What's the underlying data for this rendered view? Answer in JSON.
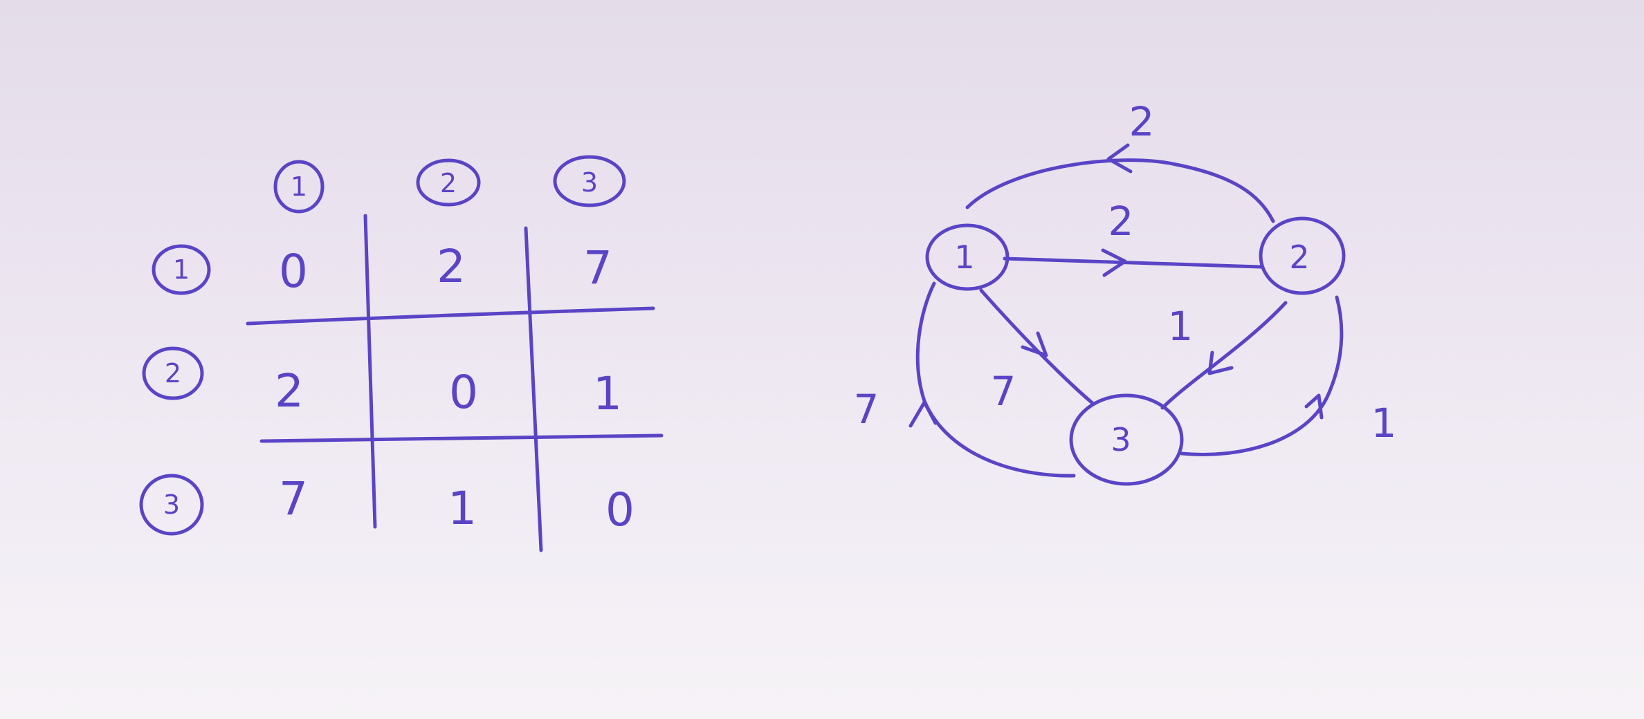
{
  "matrix": {
    "column_headers": [
      "1",
      "2",
      "3"
    ],
    "row_headers": [
      "1",
      "2",
      "3"
    ],
    "rows": [
      [
        "0",
        "2",
        "7"
      ],
      [
        "2",
        "0",
        "1"
      ],
      [
        "7",
        "1",
        "0"
      ]
    ]
  },
  "graph": {
    "nodes": [
      "1",
      "2",
      "3"
    ],
    "edges": [
      {
        "from": "2",
        "to": "1",
        "weight": "2"
      },
      {
        "from": "1",
        "to": "2",
        "weight": "2"
      },
      {
        "from": "2",
        "to": "3",
        "weight": "1"
      },
      {
        "from": "3",
        "to": "2",
        "weight": "1"
      },
      {
        "from": "1",
        "to": "3",
        "weight": "7"
      },
      {
        "from": "3",
        "to": "1",
        "weight": "7"
      }
    ]
  },
  "ink_color": "#5a44c6",
  "paper_color": "#ece6f0"
}
